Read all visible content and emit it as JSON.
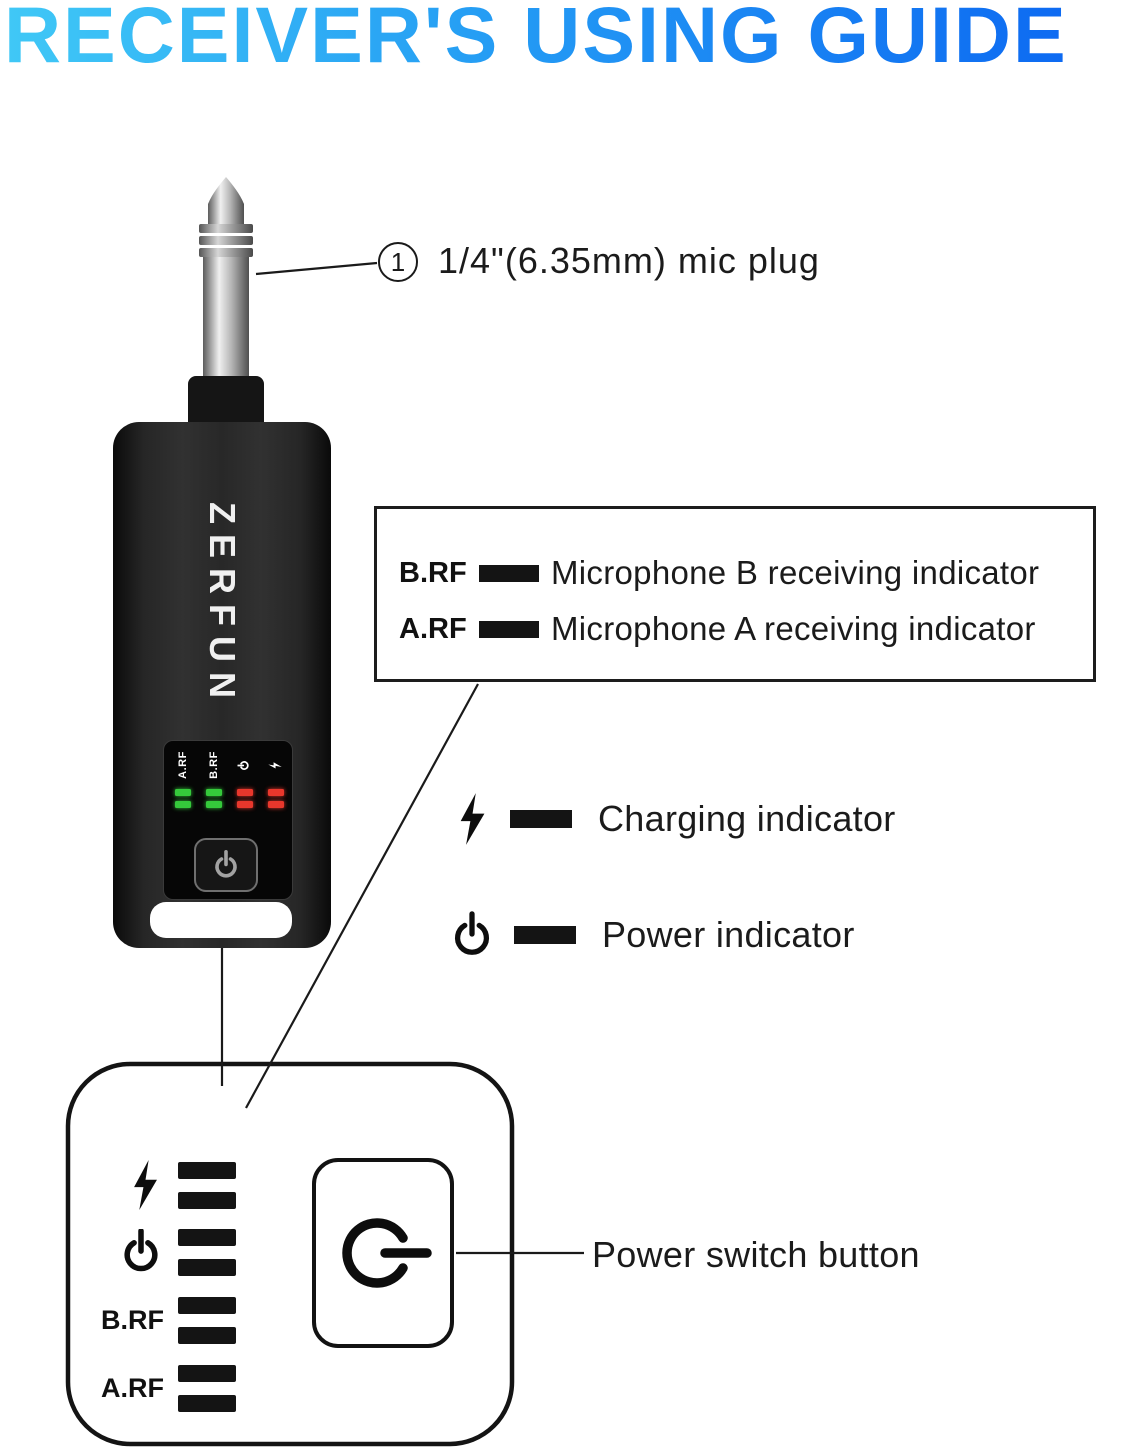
{
  "title": "RECEIVER'S USING GUIDE",
  "colors": {
    "title_gradient_start": "#40c8f6",
    "title_gradient_end": "#0d6af2",
    "led_green": "#35c93b",
    "led_red": "#e8372c",
    "bar_black": "#141414",
    "body_text": "#1b1b1b"
  },
  "device": {
    "brand": "ZERFUN",
    "panel_labels": [
      "A.RF",
      "B.RF"
    ],
    "panel_icons": [
      "power-icon",
      "charging-icon"
    ]
  },
  "callouts": {
    "mic_plug": {
      "number": "1",
      "text": "1/4\"(6.35mm) mic plug"
    },
    "rf_rows": [
      {
        "label": "B.RF",
        "text": "Microphone B receiving indicator"
      },
      {
        "label": "A.RF",
        "text": "Microphone A receiving indicator"
      }
    ],
    "charging": "Charging indicator",
    "power": "Power indicator",
    "power_switch": "Power switch button"
  },
  "zoom_panel": {
    "labels": [
      "B.RF",
      "A.RF"
    ]
  }
}
